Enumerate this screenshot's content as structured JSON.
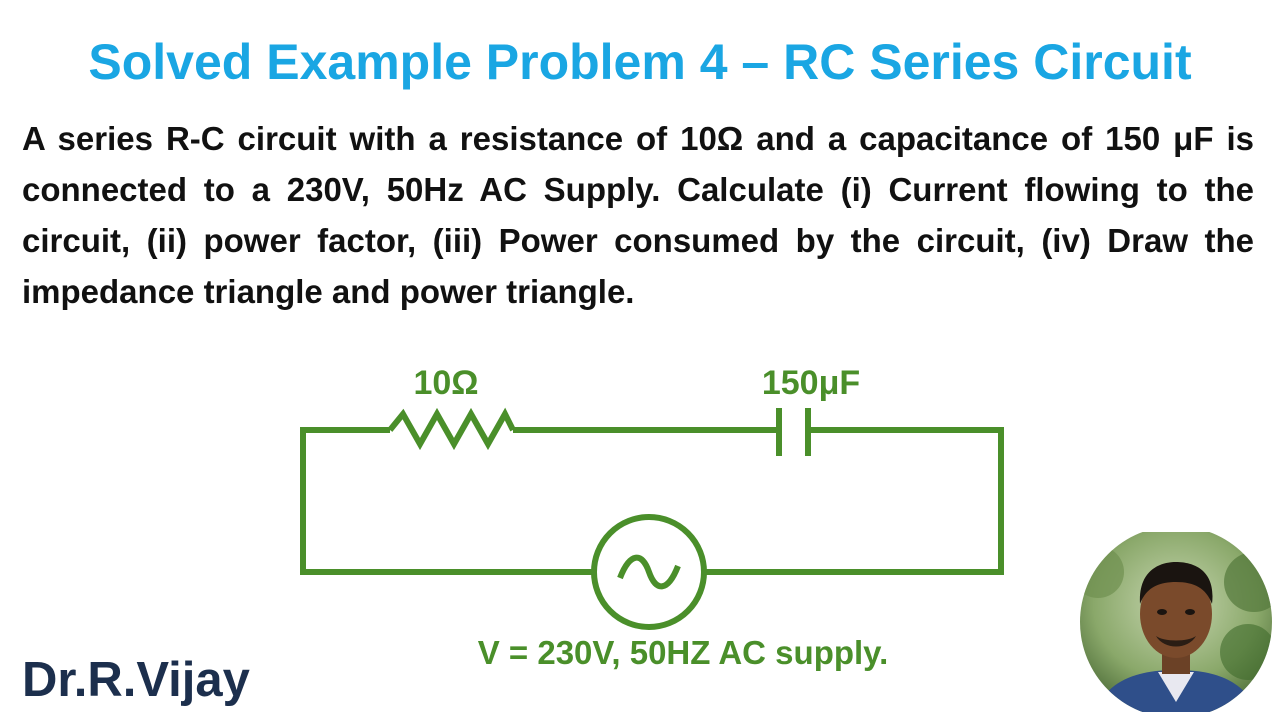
{
  "title": "Solved Example Problem 4 – RC Series Circuit",
  "problem_text": "A series R-C circuit with a resistance of 10Ω and a capacitance of 150 μF is connected to a 230V, 50Hz AC Supply. Calculate (i) Current flowing to the circuit, (ii) power factor, (iii) Power consumed by the circuit, (iv) Draw the impedance triangle and power triangle.",
  "circuit": {
    "resistor_label": "10Ω",
    "capacitor_label": "150μF",
    "source_label": "V = 230V, 50HZ AC supply.",
    "wire_color": "#4a8f2a"
  },
  "colors": {
    "title": "#1aa6e3",
    "text": "#111111",
    "author": "#1c2f4d"
  },
  "author": "Dr.R.Vijay"
}
